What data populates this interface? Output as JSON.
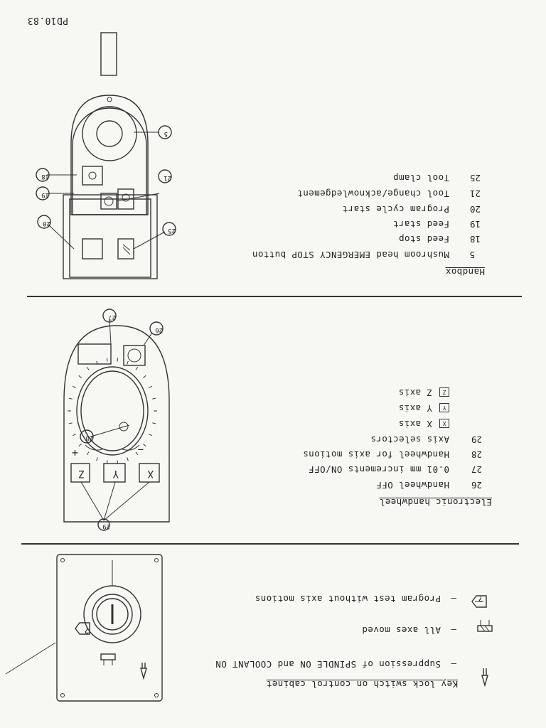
{
  "doc_code": "PD10.83",
  "handbox": {
    "heading": "Handbox",
    "items": [
      {
        "num": "5",
        "label": "Mushroom head EMERGENCY STOP button"
      },
      {
        "num": "18",
        "label": "Feed stop"
      },
      {
        "num": "19",
        "label": "Feed start"
      },
      {
        "num": "20",
        "label": "Program cycle start"
      },
      {
        "num": "21",
        "label": "Tool change/acknowledgement"
      },
      {
        "num": "25",
        "label": "Tool clamp"
      }
    ],
    "callouts": [
      "5",
      "18",
      "19",
      "20",
      "21",
      "25"
    ]
  },
  "handwheel": {
    "heading": "Electronic handwheel",
    "items": [
      {
        "num": "26",
        "label": "Handwheel OFF"
      },
      {
        "num": "27",
        "label": "0.01 mm increments ON/OFF"
      },
      {
        "num": "28",
        "label": "Handwheel for axis motions"
      },
      {
        "num": "29",
        "label": "Axis selectors"
      }
    ],
    "axes": [
      {
        "glyph": "X",
        "label": "X axis"
      },
      {
        "glyph": "Y",
        "label": "Y axis"
      },
      {
        "glyph": "Z",
        "label": "Z axis"
      }
    ],
    "callouts": [
      "26",
      "27",
      "28",
      "29"
    ],
    "plus": "+",
    "minus": "−"
  },
  "keylock": {
    "heading": "Key lock switch on control cabinet",
    "items": [
      {
        "dash": "–",
        "label": "Suppression of SPINDLE ON and COOLANT ON"
      },
      {
        "dash": "–",
        "label": "All axes moved"
      },
      {
        "dash": "–",
        "label": "Program test without axis motions"
      }
    ],
    "question": "?"
  }
}
